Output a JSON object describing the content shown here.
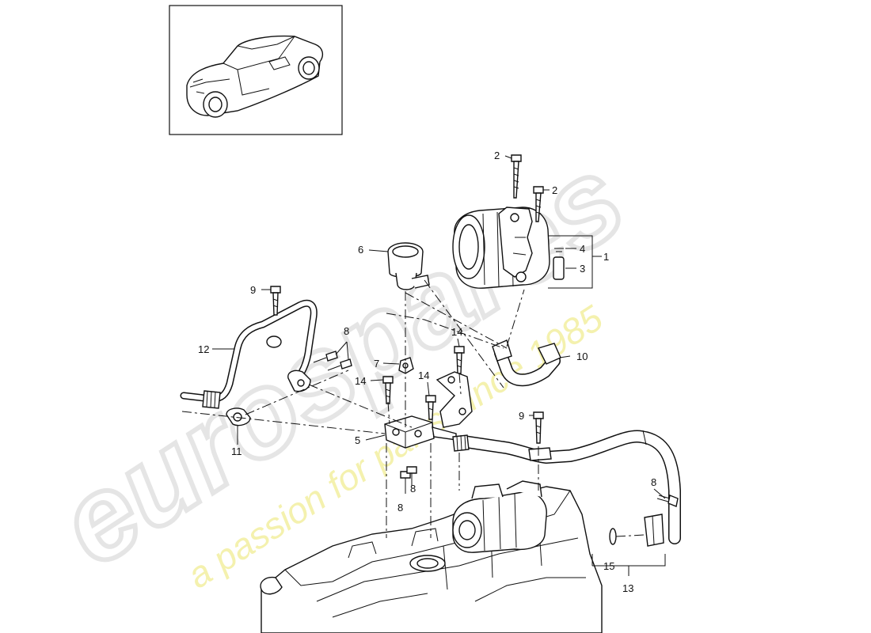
{
  "watermark": {
    "brand": "eurospares",
    "tagline": "a passion for parts since 1985"
  },
  "thumbnail": {
    "subject": "convertible-car"
  },
  "callouts": [
    {
      "id": "c1",
      "text": "1"
    },
    {
      "id": "c2a",
      "text": "2"
    },
    {
      "id": "c2b",
      "text": "2"
    },
    {
      "id": "c3",
      "text": "3"
    },
    {
      "id": "c4",
      "text": "4"
    },
    {
      "id": "c5",
      "text": "5"
    },
    {
      "id": "c6",
      "text": "6"
    },
    {
      "id": "c7",
      "text": "7"
    },
    {
      "id": "c8a",
      "text": "8"
    },
    {
      "id": "c8b",
      "text": "8"
    },
    {
      "id": "c8c",
      "text": "8"
    },
    {
      "id": "c8d",
      "text": "8"
    },
    {
      "id": "c9a",
      "text": "9"
    },
    {
      "id": "c9b",
      "text": "9"
    },
    {
      "id": "c10",
      "text": "10"
    },
    {
      "id": "c11",
      "text": "11"
    },
    {
      "id": "c12",
      "text": "12"
    },
    {
      "id": "c13",
      "text": "13"
    },
    {
      "id": "c14a",
      "text": "14"
    },
    {
      "id": "c14b",
      "text": "14"
    },
    {
      "id": "c14c",
      "text": "14"
    },
    {
      "id": "c15",
      "text": "15"
    }
  ]
}
